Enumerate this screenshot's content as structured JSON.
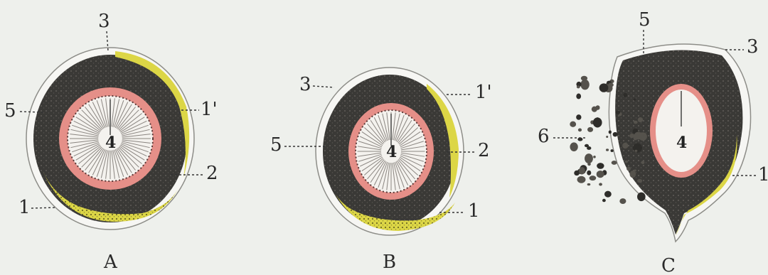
{
  "colors": {
    "paper": "#eef0ec",
    "outer_membrane": "#f6f6f3",
    "stroma": "#3c3b38",
    "yellow_layer": "#dcd646",
    "pink_ring": "#e58f88",
    "lumen": "#f4f2ee"
  },
  "figures": {
    "A": {
      "caption": "A",
      "labels": {
        "l1": "1",
        "l1p": "1'",
        "l2": "2",
        "l3": "3",
        "l4": "4",
        "l5": "5"
      }
    },
    "B": {
      "caption": "B",
      "labels": {
        "l1": "1",
        "l1p": "1'",
        "l2": "2",
        "l3": "3",
        "l4": "4",
        "l5": "5"
      }
    },
    "C": {
      "caption": "C",
      "labels": {
        "l1": "1",
        "l3": "3",
        "l4": "4",
        "l5": "5",
        "l6": "6"
      }
    }
  }
}
